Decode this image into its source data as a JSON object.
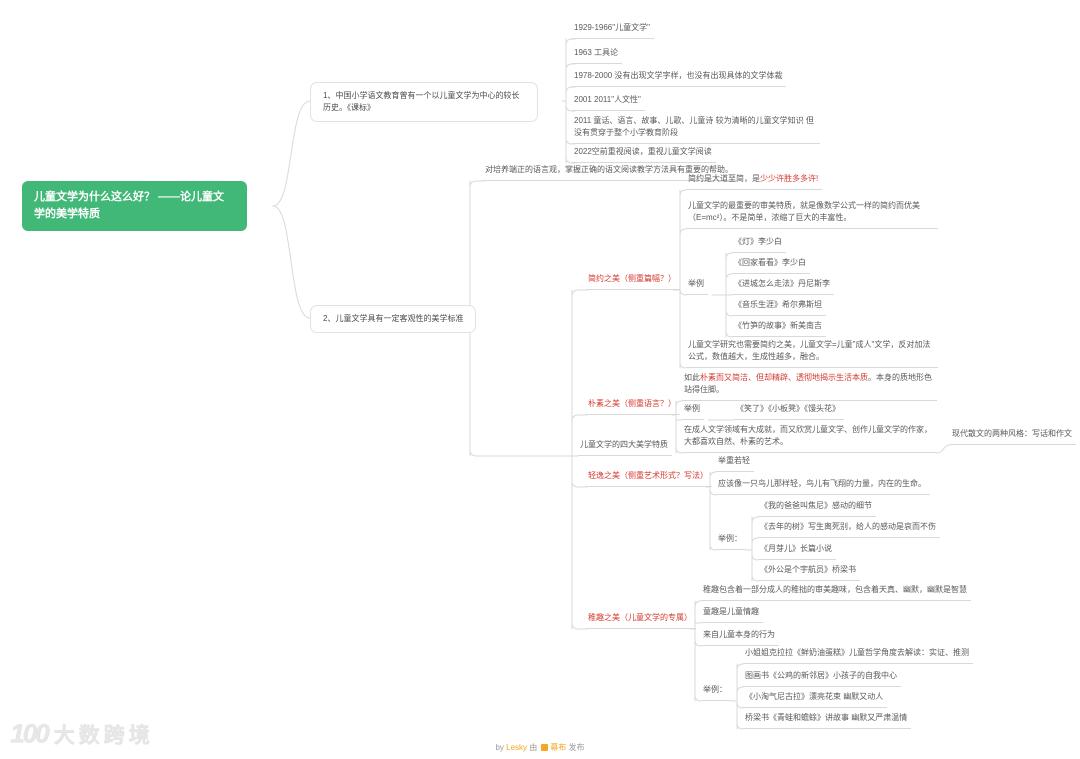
{
  "root": {
    "title": "儿童文学为什么这么好？ ——论儿童文学的美学特质"
  },
  "topic1": {
    "label": "1、中国小学语文教育曾有一个以儿童文学为中心的较长历史。《课标》",
    "items": [
      "1929-1966\"儿童文学\"",
      "1963 工具论",
      "1978-2000 没有出现文学字样，也没有出现具体的文学体裁",
      "2001 2011\"人文性\"",
      "2011 童话、语言、故事、儿歌、儿童诗 较为清晰的儿童文学知识 但没有贯穿于整个小学教育阶段",
      "2022空前重视阅读，重视儿童文学阅读"
    ]
  },
  "topic2": {
    "label": "2、儿童文学具有一定客观性的美学标准",
    "note": "对培养端正的语言观，掌握正确的语文阅读教学方法具有重要的帮助。",
    "four_label": "儿童文学的四大美学特质",
    "jianyue": {
      "label": "简约之美（侧重篇幅？）",
      "point1_prefix": "简约是大道至简，是",
      "point1_highlight": "少少许胜多多许!",
      "point2": "儿童文学的最重要的审美特质，就是像数学公式一样的简约而优美（E=mc²）。不是简单，浓缩了巨大的丰富性。",
      "examples_label": "举例",
      "examples": [
        "《灯》李少白",
        "《回家看看》李少白",
        "《进城怎么走法》丹尼斯李",
        "《音乐生涯》希尔弗斯坦",
        "《竹笋的故事》新美南吉"
      ],
      "point3": "儿童文学研究也需要简约之美，儿童文学=儿童\"成人\"文学，反对加法公式，数值越大，生成性越多，融合。"
    },
    "pusu": {
      "label": "朴素之美（侧重语言？）",
      "point1_prefix": "如此",
      "point1_highlight": "朴素而又简洁、但却精辟、透彻地揭示生活本质",
      "point1_suffix": "。本身的质地形色站得住脚。",
      "examples_label": "举例",
      "examples_inline": "《笑了》《小板凳》《馒头花》",
      "point2": "在成人文学领域有大成就，而又欣赏儿童文学、创作儿童文学的作家，大都喜欢自然、朴素的艺术。",
      "aside": "现代散文的两种风格：写话和作文"
    },
    "qingyi": {
      "label": "轻逸之美（侧重艺术形式？写法）",
      "point1": "举重若轻",
      "point2": "应该像一只鸟儿那样轻，鸟儿有飞翔的力量，内在的生命。",
      "examples_label": "举例：",
      "examples": [
        "《我的爸爸叫焦尼》感动的细节",
        "《去年的树》写生离死别，给人的感动是哀而不伤",
        "《月芽儿》长篇小说",
        "《外公是个宇航员》桥梁书"
      ]
    },
    "zhiqu": {
      "label": "稚趣之美（儿童文学的专属）",
      "point1": "稚趣包含着一部分成人的稚拙的审美趣味，包含着天真、幽默，幽默是智慧",
      "point2": "童趣是儿童情趣",
      "point3": "来自儿童本身的行为",
      "examples_label": "举例：",
      "examples": [
        "小姐姐克拉拉《鲜奶油蛋糕》儿童哲学角度去解读：实证、推测",
        "图画书《公鸡的新邻居》小孩子的自我中心",
        "《小淘气尼古拉》漂亮花束 幽默又动人",
        "桥梁书《青蛙和蟾蜍》讲故事 幽默又严肃温情"
      ]
    }
  },
  "watermark": {
    "logo_number": "100",
    "brand": "大数跨境"
  },
  "footer": {
    "by": "by",
    "author": "Lesky",
    "via": "由",
    "platform": "幕布",
    "publish": "发布"
  },
  "colors": {
    "root_bg": "#41b878",
    "highlight_red": "#d4392f",
    "link_orange": "#f5a623",
    "line": "#d9d9d9"
  }
}
